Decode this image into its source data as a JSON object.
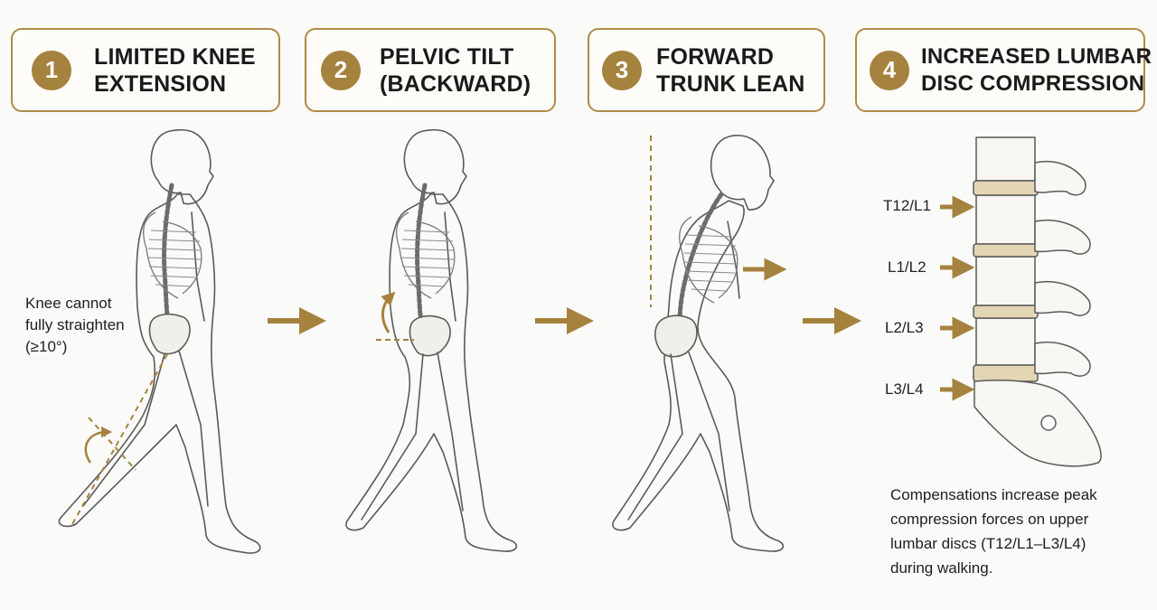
{
  "steps": [
    {
      "number": "1",
      "title_line1": "LIMITED KNEE",
      "title_line2": "EXTENSION"
    },
    {
      "number": "2",
      "title_line1": "PELVIC TILT",
      "title_line2": "(BACKWARD)"
    },
    {
      "number": "3",
      "title_line1": "FORWARD",
      "title_line2": "TRUNK LEAN"
    },
    {
      "number": "4",
      "title_line1": "INCREASED LUMBAR",
      "title_line2": "DISC COMPRESSION"
    }
  ],
  "knee_note": {
    "line1": "Knee cannot",
    "line2": "fully straighten",
    "line3": "(≥10°)"
  },
  "discs": [
    "T12/L1",
    "L1/L2",
    "L2/L3",
    "L3/L4"
  ],
  "summary": {
    "line1": "Compensations increase peak",
    "line2": "compression forces on upper",
    "line3": "lumbar discs (T12/L1–L3/L4)",
    "line4": "during walking."
  },
  "colors": {
    "accent": "#a6823f",
    "border": "#b08a46",
    "outline": "#5a5a5a",
    "bone": "#f1efe9"
  }
}
